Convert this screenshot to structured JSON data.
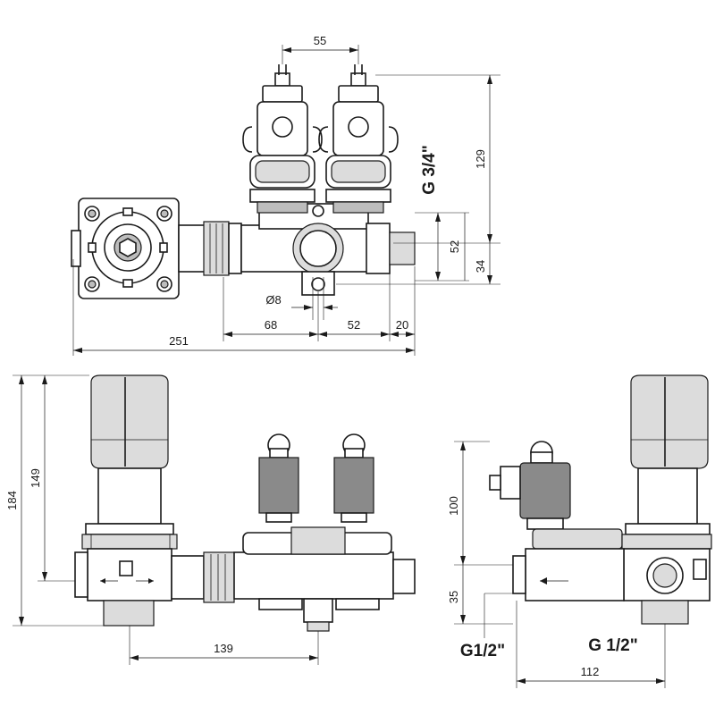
{
  "dimensions": {
    "top_view": {
      "coil_pitch": "55",
      "overall_height": "129",
      "thread": "G 3/4\"",
      "body_height": "52",
      "lower_offset": "34",
      "hole_diameter": "Ø8",
      "left_to_hole": "68",
      "hole_to_right": "52",
      "outlet_length": "20",
      "overall_length": "251"
    },
    "front_view": {
      "overall_height": "184",
      "valve_height": "149",
      "distance_axis": "139"
    },
    "side_view": {
      "coil_height": "100",
      "axis_height": "35",
      "thread_left": "G1/2\"",
      "thread_right": "G 1/2\"",
      "depth": "112"
    }
  }
}
